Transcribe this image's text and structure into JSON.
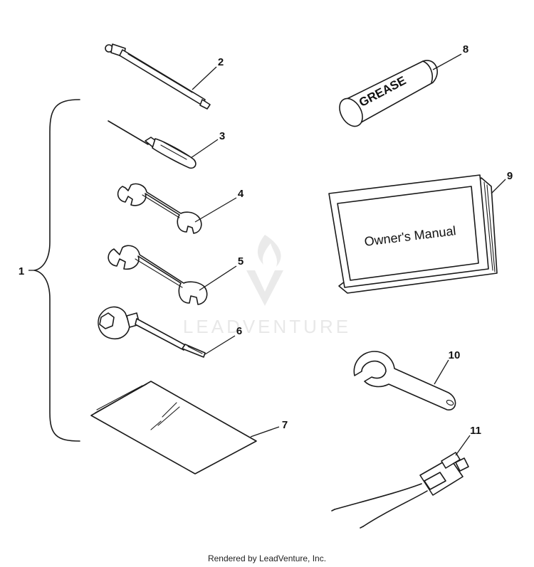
{
  "callouts": [
    {
      "id": "1",
      "label": "1"
    },
    {
      "id": "2",
      "label": "2"
    },
    {
      "id": "3",
      "label": "3"
    },
    {
      "id": "4",
      "label": "4"
    },
    {
      "id": "5",
      "label": "5"
    },
    {
      "id": "6",
      "label": "6"
    },
    {
      "id": "7",
      "label": "7"
    },
    {
      "id": "8",
      "label": "8"
    },
    {
      "id": "9",
      "label": "9"
    },
    {
      "id": "10",
      "label": "10"
    },
    {
      "id": "11",
      "label": "11"
    }
  ],
  "grease_label": "GREASE",
  "manual_label": "Owner's Manual",
  "watermark": "LEADVENTURE",
  "footer": "Rendered by LeadVenture, Inc."
}
